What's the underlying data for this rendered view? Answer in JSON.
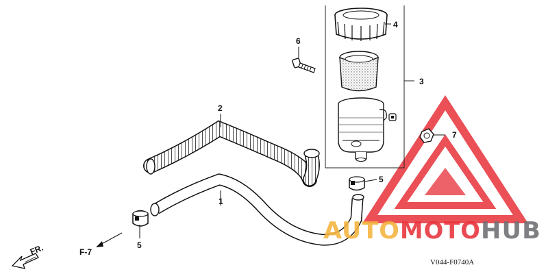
{
  "diagram": {
    "callouts": {
      "c1": "1",
      "c2": "2",
      "c3": "3",
      "c4": "4",
      "c5a": "5",
      "c5b": "5",
      "c6": "6",
      "c7": "7"
    },
    "ref_label": "F-7",
    "front_label": "FR.",
    "code": "V044-F0740A"
  },
  "watermark": {
    "part1": "AUTO",
    "part2": "MOTO",
    "part3": "HUB",
    "colors": {
      "red": "#e8323a",
      "yellow": "#f4b33d",
      "gray": "#6d6e71"
    }
  }
}
